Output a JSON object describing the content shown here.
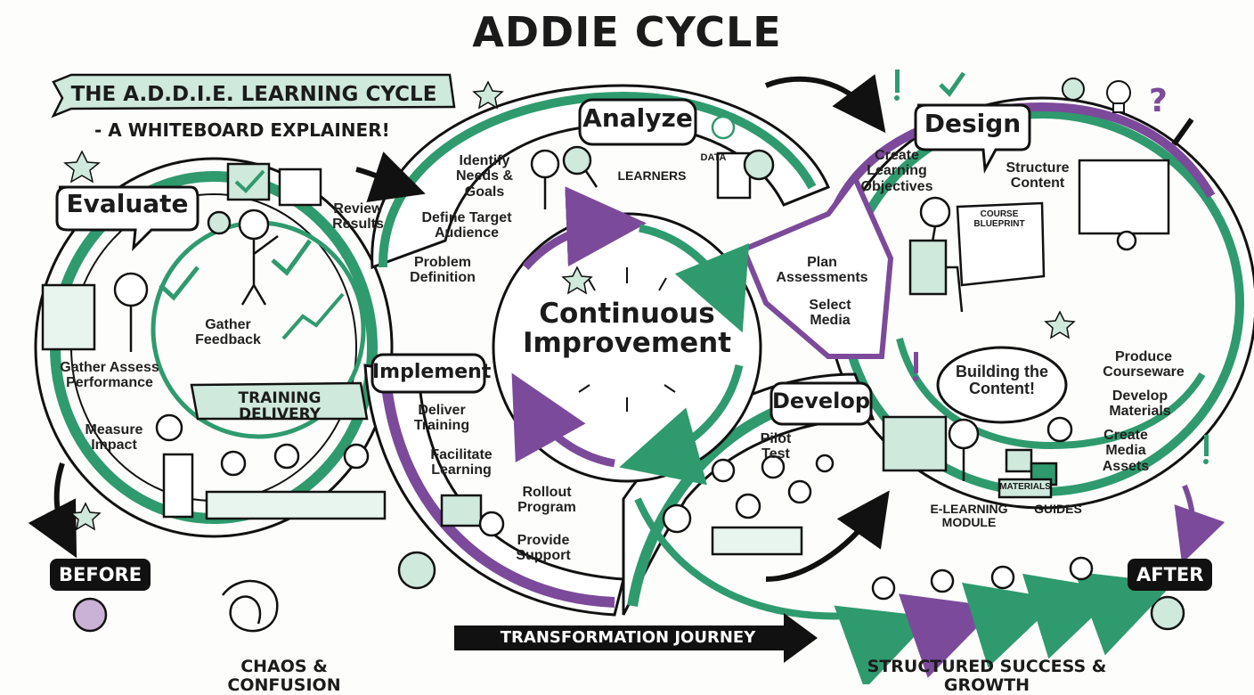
{
  "title": "ADDIE CYCLE",
  "banner": {
    "title": "THE A.D.D.I.E. LEARNING CYCLE",
    "subtitle": "- A WHITEBOARD EXPLAINER!"
  },
  "center": {
    "text": "Continuous Improvement"
  },
  "phases": {
    "analyze": {
      "label": "Analyze",
      "items": [
        "Identify Needs & Goals",
        "Define Target Audience",
        "Problem Definition"
      ],
      "learners": "LEARNERS",
      "data": "DATA"
    },
    "design": {
      "label": "Design",
      "items": [
        "Create Learning Objectives",
        "Structure Content",
        "Plan Assessments",
        "Select Media"
      ],
      "blueprint": "COURSE BLUEPRINT"
    },
    "develop": {
      "label": "Develop",
      "bubble": "Building the Content!",
      "items": [
        "Produce Courseware",
        "Develop Materials",
        "Create Media Assets",
        "Pilot Test"
      ],
      "elearning": "E-LEARNING MODULE",
      "guides": "GUIDES",
      "materials": "MATERIALS"
    },
    "implement": {
      "label": "Implement",
      "items": [
        "Deliver Training",
        "Facilitate Learning",
        "Rollout Program",
        "Provide Support"
      ]
    },
    "evaluate": {
      "label": "Evaluate",
      "items": [
        "Review Results",
        "Gather Feedback",
        "Gather Assess Performance",
        "Measure Impact"
      ],
      "delivery": "TRAINING DELIVERY"
    }
  },
  "journey": {
    "before": "BEFORE",
    "after": "AFTER",
    "chaos": "CHAOS & CONFUSION",
    "transformation": "TRANSFORMATION JOURNEY",
    "success": "STRUCTURED SUCCESS & GROWTH"
  },
  "colors": {
    "green": "#2f9a6e",
    "green_fill": "#cfe9dc",
    "purple": "#7c4a9a",
    "ink": "#111111"
  }
}
